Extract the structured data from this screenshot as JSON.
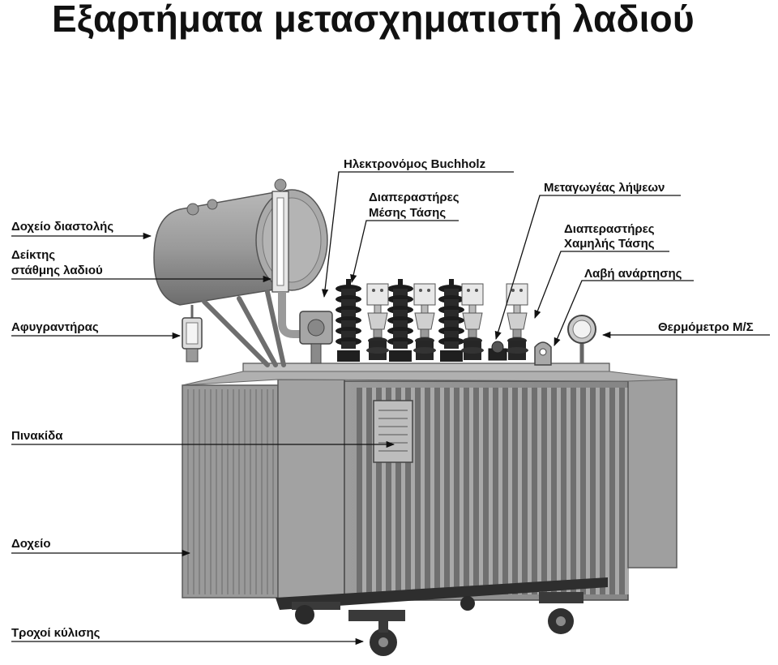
{
  "title": "Εξαρτήματα μετασχηματιστή λαδιού",
  "labels": {
    "buchholz": "Ηλεκτρονόμος Buchholz",
    "mv_bushings_1": "Διαπεραστήρες",
    "mv_bushings_2": "Μέσης Τάσης",
    "tap_changer": "Μεταγωγέας λήψεων",
    "lv_bushings_1": "Διαπεραστήρες",
    "lv_bushings_2": "Χαμηλής Τάσης",
    "lifting_lug": "Λαβή ανάρτησης",
    "thermometer": "Θερμόμετρο Μ/Σ",
    "conservator": "Δοχείο διαστολής",
    "oil_gauge_1": "Δείκτης",
    "oil_gauge_2": "στάθμης λαδιού",
    "breather": "Αφυγραντήρας",
    "nameplate": "Πινακίδα",
    "tank": "Δοχείο",
    "wheels": "Τροχοί κύλισης"
  },
  "colors": {
    "metal": "#8d8d8d",
    "metal_light": "#b5b5b5",
    "metal_dark": "#4a4a4a",
    "bushing": "#1c1c1c",
    "label": "#111111"
  }
}
